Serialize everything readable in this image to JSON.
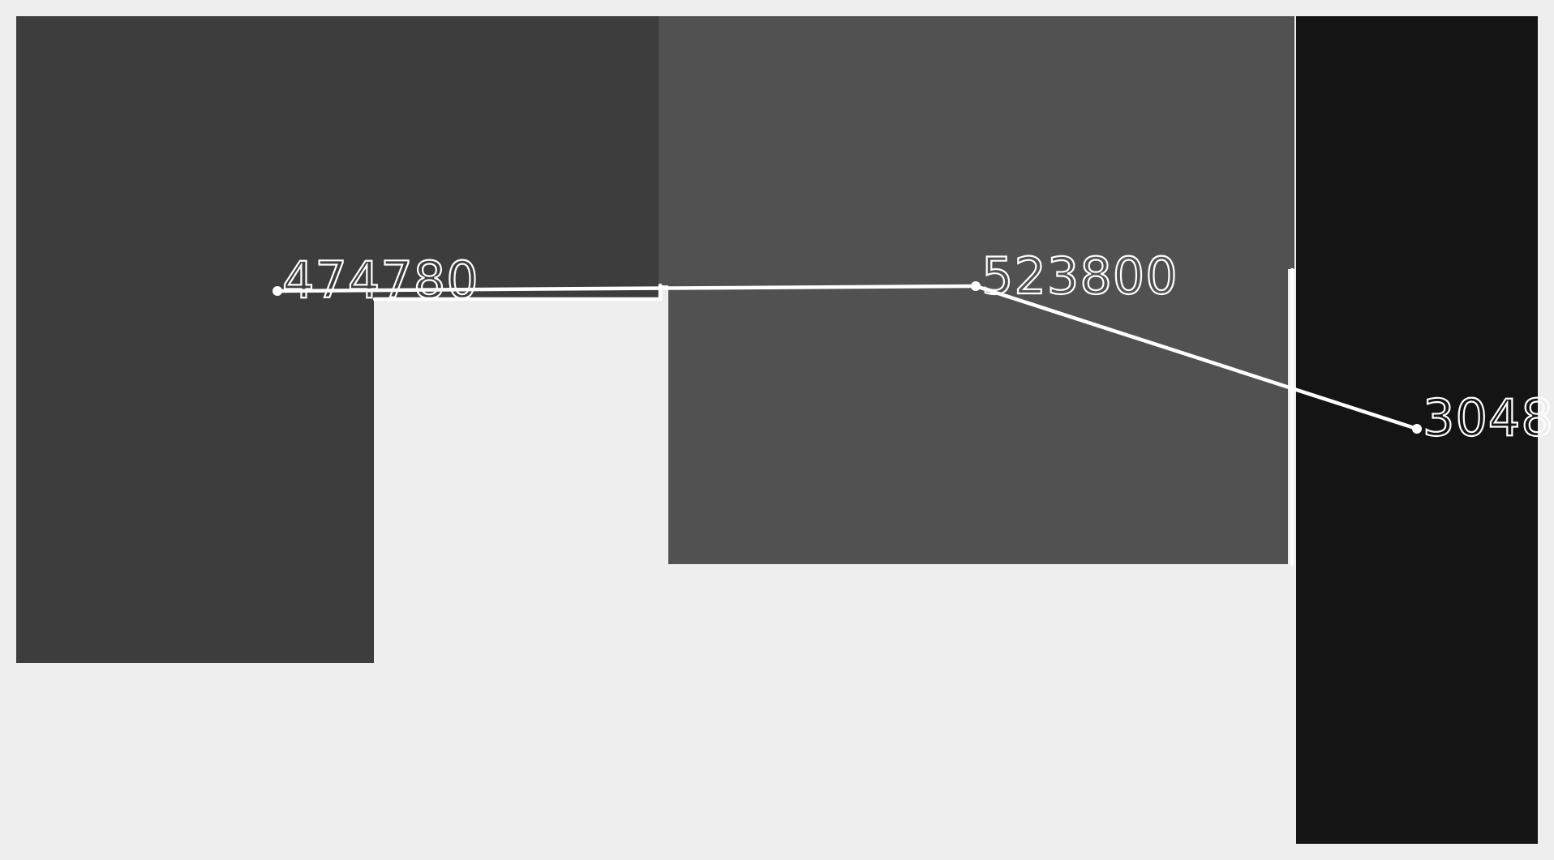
{
  "regions": [
    {
      "id": "region-left",
      "label": "474780",
      "color": "#3d3d3d"
    },
    {
      "id": "region-middle",
      "label": "523800",
      "color": "#515151"
    },
    {
      "id": "region-right",
      "label": "3048",
      "color": "#141414"
    }
  ],
  "colors": {
    "background": "#eeeeee",
    "separator": "#ffffff"
  }
}
